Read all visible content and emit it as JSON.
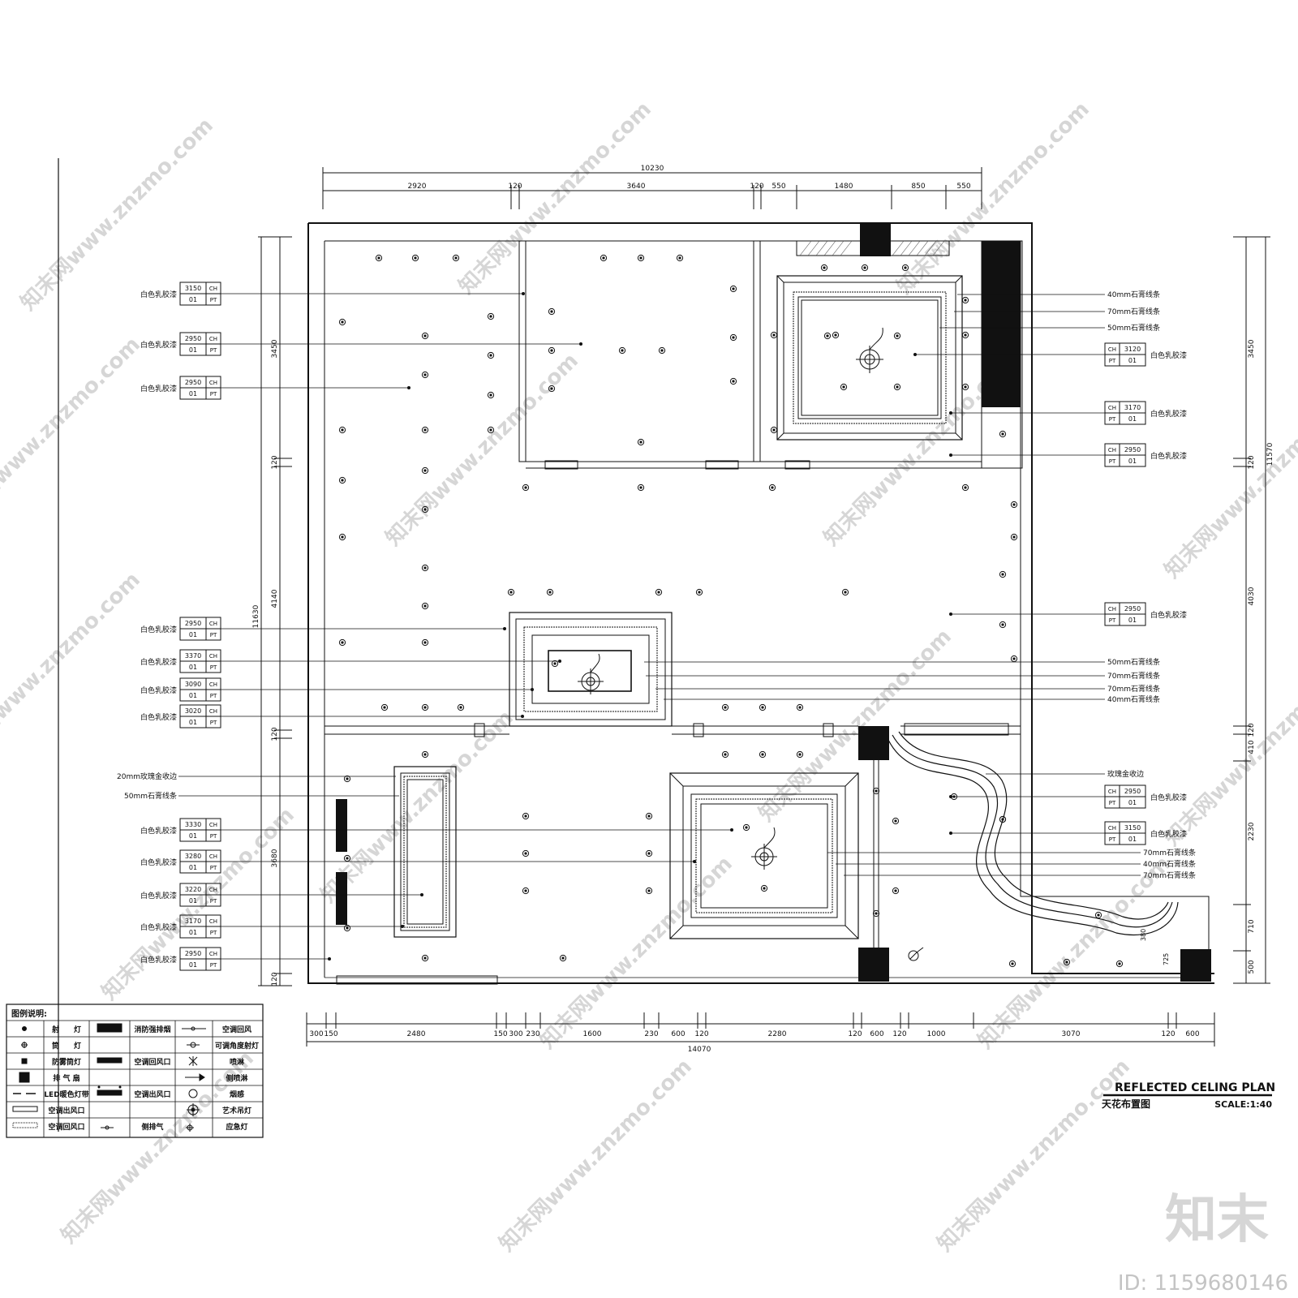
{
  "title": {
    "en": "REFLECTED CELING PLAN",
    "cn": "天花布置图",
    "scale": "SCALE:1:40"
  },
  "dimensions": {
    "top_total": "10230",
    "top_parts": [
      "2920",
      "120",
      "3640",
      "120",
      "550",
      "1480",
      "850",
      "550"
    ],
    "bottom_total": "14070",
    "bottom_parts": [
      "300",
      "150",
      "2480",
      "150",
      "300",
      "230",
      "1600",
      "230",
      "600",
      "120",
      "2280",
      "120",
      "600",
      "120",
      "1000",
      "3070",
      "120",
      "600"
    ],
    "left_total": "11630",
    "left_parts": [
      "3450",
      "120",
      "4140",
      "120",
      "3680",
      "120"
    ],
    "right_total": "11570",
    "right_parts": [
      "3450",
      "120",
      "4030",
      "120",
      "410",
      "2230",
      "710",
      "500"
    ],
    "detail": [
      "380",
      "725"
    ]
  },
  "finish_label": "白色乳胶漆",
  "tags_left": [
    {
      "label": "白色乳胶漆",
      "ch": "3150",
      "pt": "01"
    },
    {
      "label": "白色乳胶漆",
      "ch": "2950",
      "pt": "01"
    },
    {
      "label": "白色乳胶漆",
      "ch": "2950",
      "pt": "01"
    },
    {
      "label": "白色乳胶漆",
      "ch": "2950",
      "pt": "01"
    },
    {
      "label": "白色乳胶漆",
      "ch": "3370",
      "pt": "01"
    },
    {
      "label": "白色乳胶漆",
      "ch": "3090",
      "pt": "01"
    },
    {
      "label": "白色乳胶漆",
      "ch": "3020",
      "pt": "01"
    },
    {
      "label": "白色乳胶漆",
      "ch": "3330",
      "pt": "01"
    },
    {
      "label": "白色乳胶漆",
      "ch": "3280",
      "pt": "01"
    },
    {
      "label": "白色乳胶漆",
      "ch": "3220",
      "pt": "01"
    },
    {
      "label": "白色乳胶漆",
      "ch": "3170",
      "pt": "01"
    },
    {
      "label": "白色乳胶漆",
      "ch": "2950",
      "pt": "01"
    }
  ],
  "tags_right": [
    {
      "label": "白色乳胶漆",
      "ch": "3120",
      "pt": "01"
    },
    {
      "label": "白色乳胶漆",
      "ch": "3170",
      "pt": "01"
    },
    {
      "label": "白色乳胶漆",
      "ch": "2950",
      "pt": "01"
    },
    {
      "label": "白色乳胶漆",
      "ch": "2950",
      "pt": "01"
    },
    {
      "label": "白色乳胶漆",
      "ch": "2950",
      "pt": "01"
    },
    {
      "label": "白色乳胶漆",
      "ch": "3150",
      "pt": "01"
    }
  ],
  "tag_ch": "CH",
  "tag_pt": "PT",
  "notes_left": [
    "20mm玫瑰金收边",
    "50mm石膏线条"
  ],
  "notes_right_top": [
    "40mm石膏线条",
    "70mm石膏线条",
    "50mm石膏线条"
  ],
  "notes_right_mid": [
    "50mm石膏线条",
    "70mm石膏线条",
    "70mm石膏线条",
    "40mm石膏线条"
  ],
  "notes_right_bottom_top": "玫瑰金收边",
  "notes_right_bottom": [
    "70mm石膏线条",
    "40mm石膏线条",
    "70mm石膏线条"
  ],
  "legend": {
    "title": "图例说明:",
    "rows": [
      [
        "射　　灯",
        "消防强排烟",
        "空调回风"
      ],
      [
        "筒　　灯",
        "",
        "可调角度射灯"
      ],
      [
        "防雾筒灯",
        "空调回风口",
        "喷淋"
      ],
      [
        "排 气 扇",
        "",
        "侧喷淋"
      ],
      [
        "LED暖色灯带",
        "空调出风口",
        "烟感"
      ],
      [
        "空调出风口",
        "",
        "艺术吊灯"
      ],
      [
        "空调回风口",
        "侧排气",
        "应急灯"
      ]
    ]
  },
  "watermark": {
    "text": "知末网www.znzmo.com",
    "brand": "知末",
    "id": "ID: 1159680146"
  }
}
